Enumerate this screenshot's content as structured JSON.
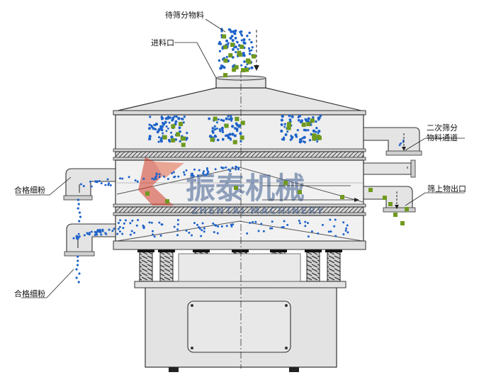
{
  "labels": {
    "feed_material": "待筛分物料",
    "inlet": "进料口",
    "second_screen_line1": "二次筛分",
    "second_screen_line2": "物料通道",
    "oversize_outlet": "筛上物出口",
    "fine_powder_upper": "合格细粉",
    "fine_powder_lower": "合格细粉"
  },
  "watermark": {
    "main": "振泰机械",
    "sub": "ZHENTAI MACHINERY"
  },
  "colors": {
    "fine_particle": "#1e63c9",
    "coarse_particle": "#6f9a1e",
    "machine_fill": "#e3e3e3",
    "machine_stroke": "#333333",
    "watermark_red": "#d23a2a",
    "watermark_blue": "#3f5d8f"
  }
}
